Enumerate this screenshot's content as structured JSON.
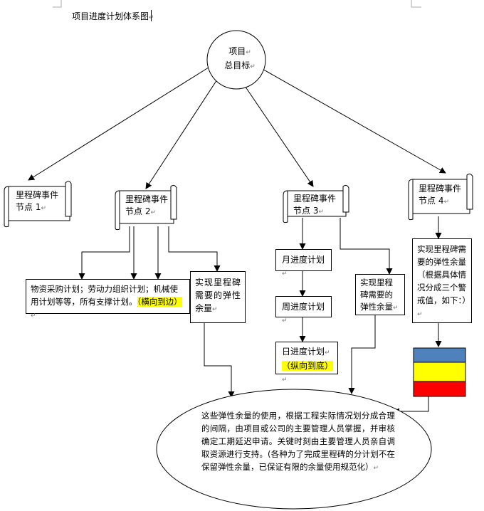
{
  "doc_title": "项目进度计划体系图",
  "colors": {
    "line": "#000000",
    "highlight": "#ffff00",
    "warn_blue": "#4f81bd",
    "warn_yellow": "#ffff00",
    "warn_red": "#ff0000"
  },
  "root": {
    "line1": "项目",
    "line2": "总目标"
  },
  "milestones": [
    {
      "line1": "里程碑事件",
      "line2": "节点 1"
    },
    {
      "line1": "里程碑事件",
      "line2": "节点 2"
    },
    {
      "line1": "里程碑事件",
      "line2": "节点 3"
    },
    {
      "line1": "里程碑事件",
      "line2": "节点 4"
    }
  ],
  "support_plan": {
    "text": "物资采购计划；劳动力组织计划；机械使用计划等等，所有支撑计划。",
    "highlight": "（横向到边）"
  },
  "slack_box_a": {
    "text": "实现里程碑需要的弹性余量"
  },
  "slack_box_b": {
    "text": "实现里程碑需要的弹性余量"
  },
  "month_plan": "月进度计划",
  "week_plan": "周进度计划",
  "day_plan": {
    "text": "日进度计划",
    "highlight": "（纵向到底）"
  },
  "slack_box_c": {
    "text": "实现里程碑需要的弹性余量（根据具体情况分成三个警戒值，如下：）"
  },
  "ellipse_text": "这些弹性余量的使用，根据工程实际情况划分成合理的间隔，由项目或公司的主要管理人员掌握，并审核确定工期延迟申请。关键时刻由主要管理人员亲自调取资源进行支持。(各种为了完成里程碑的分计划不在保留弹性余量，已保证有限的余量使用规范化）"
}
